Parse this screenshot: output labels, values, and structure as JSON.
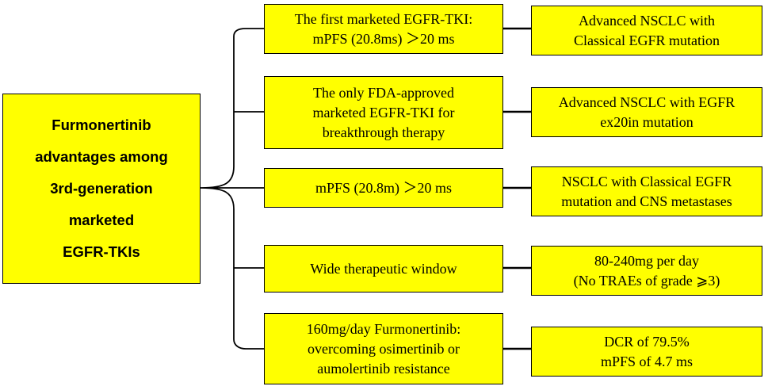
{
  "main": {
    "label": "Furmonertinib\nadvantages among\n3rd-generation\nmarketed\nEGFR-TKIs"
  },
  "rows": [
    {
      "advantage": "The first marketed EGFR-TKI:\nmPFS (20.8ms)  ＞20 ms",
      "indication": "Advanced NSCLC with\nClassical EGFR mutation"
    },
    {
      "advantage": "The only FDA-approved\nmarketed EGFR-TKI for\nbreakthrough therapy",
      "indication": "Advanced NSCLC with EGFR\nex20in mutation"
    },
    {
      "advantage": "mPFS (20.8m)  ＞20 ms",
      "indication": "NSCLC with Classical EGFR\nmutation and CNS metastases"
    },
    {
      "advantage": "Wide therapeutic window",
      "indication": "80-240mg per day\n(No TRAEs of grade ⩾3)"
    },
    {
      "advantage": "160mg/day Furmonertinib:\novercoming osimertinib or\naumolertinib resistance",
      "indication": "DCR of 79.5%\nmPFS of 4.7 ms"
    }
  ],
  "colors": {
    "box_fill": "#ffff00",
    "border": "#000000",
    "connector": "#000000"
  }
}
